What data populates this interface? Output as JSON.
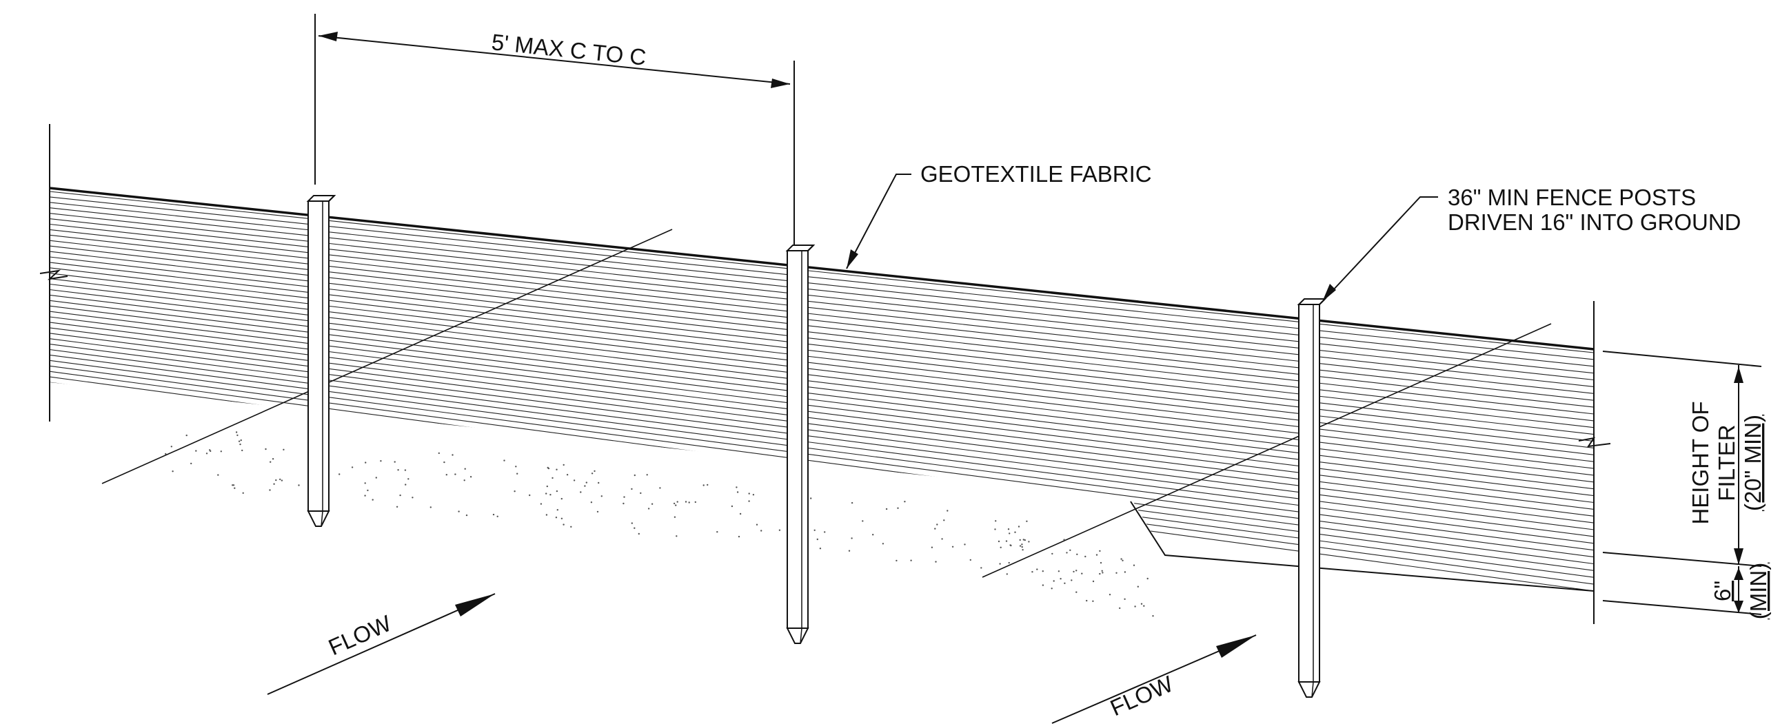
{
  "spacing_dimension": "5' MAX C TO C",
  "callouts": {
    "fabric": "GEOTEXTILE FABRIC",
    "posts_line1": "36\" MIN FENCE POSTS",
    "posts_line2": "DRIVEN 16\" INTO GROUND"
  },
  "flow_labels": [
    "FLOW",
    "FLOW"
  ],
  "height_dimension": {
    "line1": "HEIGHT OF",
    "line2": "FILTER",
    "line3": "(20\" MIN)"
  },
  "trench_dimension": {
    "value": "6\"",
    "note": "(MIN)"
  }
}
